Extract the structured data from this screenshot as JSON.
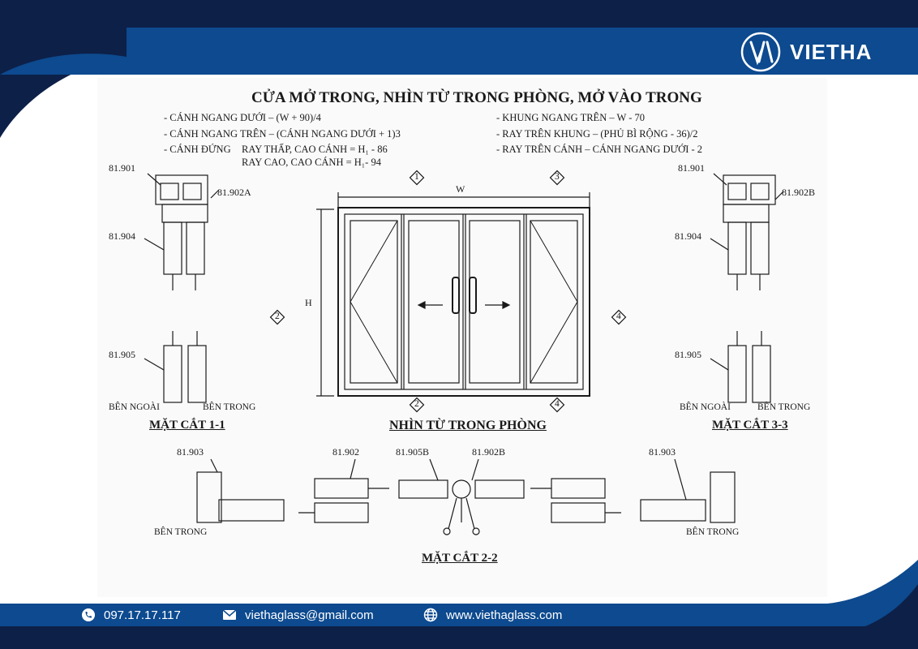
{
  "brand": {
    "name": "VIETHA",
    "logo_mark": "VH-logo-icon"
  },
  "drawing": {
    "title": "CỬA MỞ TRONG, NHÌN TỪ TRONG PHÒNG, MỞ VÀO TRONG",
    "notes_left": [
      "- CÁNH NGANG DƯỚI – (W + 90)/4",
      "- CÁNH NGANG TRÊN – (CÁNH NGANG DƯỚI + 1)3",
      "- CÁNH ĐỨNG",
      "RAY THẤP, CAO CÁNH = H₁ - 86",
      "RAY CAO, CAO CÁNH = H₁- 94"
    ],
    "notes_right": [
      "- KHUNG NGANG TRÊN – W - 70",
      "- RAY TRÊN KHUNG – (PHỦ BÌ RỘNG - 36)/2",
      "- RAY TRÊN CÁNH – CÁNH NGANG DƯỚI - 2"
    ],
    "dimension_w": "W",
    "dimension_h": "H",
    "markers": [
      "1",
      "2",
      "3",
      "4"
    ],
    "view_label": "NHÌN TỪ TRONG PHÒNG",
    "section_left": {
      "title": "MẶT CẮT 1-1",
      "parts": [
        "81.901",
        "81.902A",
        "81.904",
        "81.905"
      ],
      "outside": "BÊN NGOÀI",
      "inside": "BÊN TRONG"
    },
    "section_right": {
      "title": "MẶT CẮT 3-3",
      "parts": [
        "81.901",
        "81.902B",
        "81.904",
        "81.905"
      ],
      "outside": "BÊN NGOÀI",
      "inside": "BÊN TRONG"
    },
    "section_bottom": {
      "title": "MẶT CẮT 2-2",
      "parts": [
        "81.903",
        "81.902",
        "81.905B",
        "81.902B",
        "81.903"
      ],
      "inside_left": "BÊN TRONG",
      "inside_right": "BÊN TRONG"
    }
  },
  "footer": {
    "phone": "097.17.17.117",
    "email": "viethaglass@gmail.com",
    "website": "www.viethaglass.com",
    "icons": [
      "phone-icon",
      "mail-icon",
      "globe-icon"
    ]
  },
  "colors": {
    "navy": "#0d2048",
    "blue": "#0d4a8f",
    "line": "#1a1a1a"
  }
}
